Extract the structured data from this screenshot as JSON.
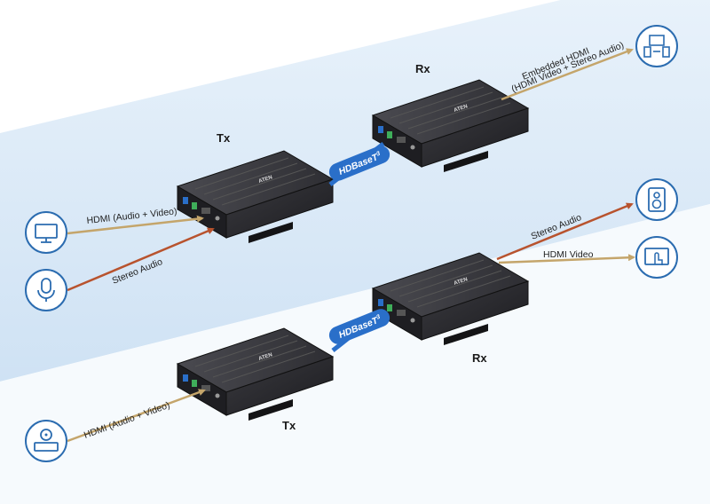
{
  "colors": {
    "hdmi_arrow": "#c4a56b",
    "audio_arrow": "#b8532e",
    "hdbaset_badge": "#2a6fc9",
    "icon_circle": "#2b6cb0",
    "device_body": "#2a2a2e",
    "band": "#dcebf8"
  },
  "labels": {
    "top_tx": "Tx",
    "top_rx": "Rx",
    "bottom_tx": "Tx",
    "bottom_rx": "Rx",
    "embedded_hdmi_line1": "Embedded HDMI",
    "embedded_hdmi_line2": "(HDMI Video + Stereo Audio)",
    "top_hdmi_in": "HDMI (Audio + Video)",
    "top_stereo_in": "Stereo Audio",
    "bottom_hdmi_in": "HDMI (Audio + Video)",
    "bottom_stereo_out": "Stereo Audio",
    "bottom_hdmi_out": "HDMI Video",
    "hdbaset_top": "HDBaseT",
    "hdbaset_bottom": "HDBaseT",
    "hdbaset_sup": "3",
    "brand": "ATEN"
  },
  "icons": {
    "monitor": "monitor-icon",
    "microphone": "microphone-icon",
    "media_player": "media-player-icon",
    "speaker": "speaker-icon",
    "touch_display": "touch-display-icon",
    "home_theater": "home-theater-icon"
  }
}
